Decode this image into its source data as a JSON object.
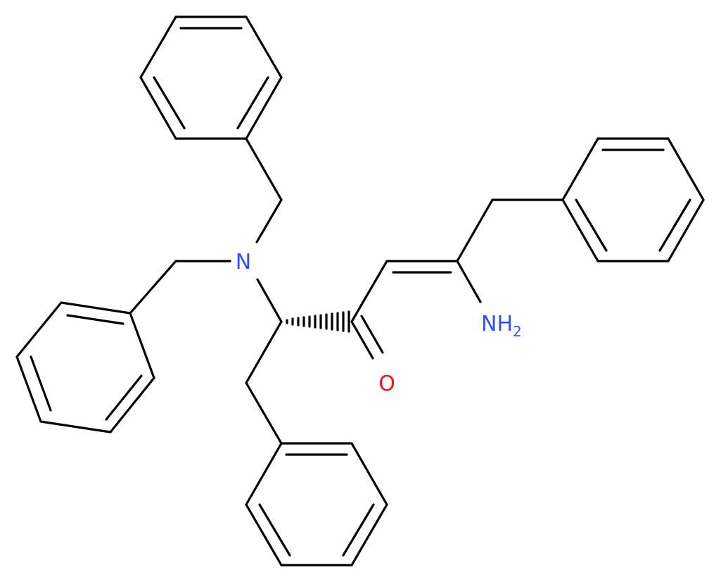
{
  "molecule": {
    "atoms": {
      "N": {
        "text": "N",
        "color": "#3050f8"
      },
      "O": {
        "text": "O",
        "color": "#ff0d0d"
      },
      "NH2": {
        "text": "NH",
        "subscript": "2",
        "color": "#3050f8"
      }
    },
    "bond_color": "#000000",
    "background": "#ffffff"
  }
}
